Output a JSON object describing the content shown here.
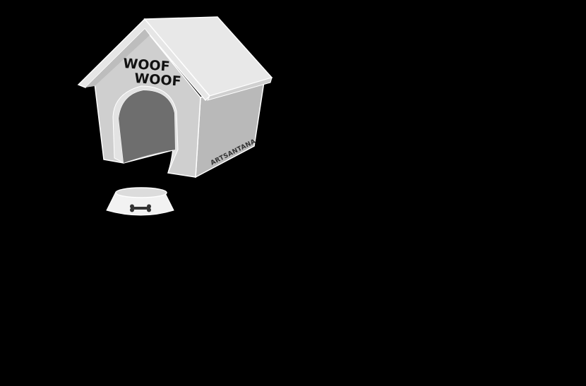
{
  "sign": {
    "line1": "WOOF",
    "line2": "WOOF"
  },
  "signature": "ARTSANTANA",
  "colors": {
    "background": "#000000",
    "roof_light": "#e6e6e6",
    "roof_front": "#d9d9d9",
    "front_wall": "#cfcfcf",
    "side_wall": "#b8b8b8",
    "doorway": "#6e6e6e",
    "outline": "#ffffff",
    "bowl": "#f2f2f2",
    "bone": "#333333"
  },
  "icons": {
    "bowl": "dog-bowl-icon",
    "bone": "bone-icon"
  }
}
